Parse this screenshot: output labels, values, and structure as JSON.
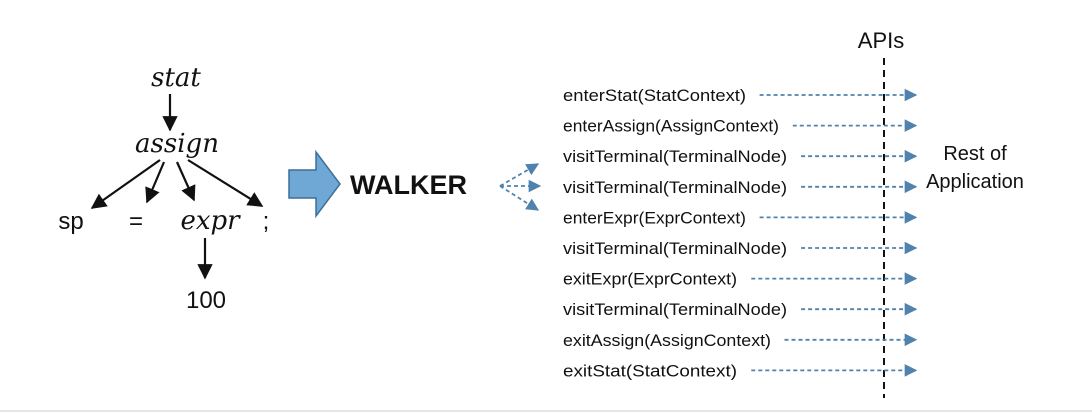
{
  "tree": {
    "root": "stat",
    "child": "assign",
    "leaves": [
      "sp",
      "=",
      "expr",
      ";"
    ],
    "grandchild": "100"
  },
  "walker_label": "WALKER",
  "apis_label": "APIs",
  "events": [
    "enterStat(StatContext)",
    "enterAssign(AssignContext)",
    "visitTerminal(TerminalNode)",
    "visitTerminal(TerminalNode)",
    "enterExpr(ExprContext)",
    "visitTerminal(TerminalNode)",
    "exitExpr(ExprContext)",
    "visitTerminal(TerminalNode)",
    "exitAssign(AssignContext)",
    "exitStat(StatContext)"
  ],
  "rest_label": [
    "Rest of",
    "Application"
  ],
  "colors": {
    "arrow_blue": "#4f82ac",
    "big_arrow_fill": "#6fa8d4",
    "big_arrow_stroke": "#3d6f99",
    "text": "#111111"
  }
}
